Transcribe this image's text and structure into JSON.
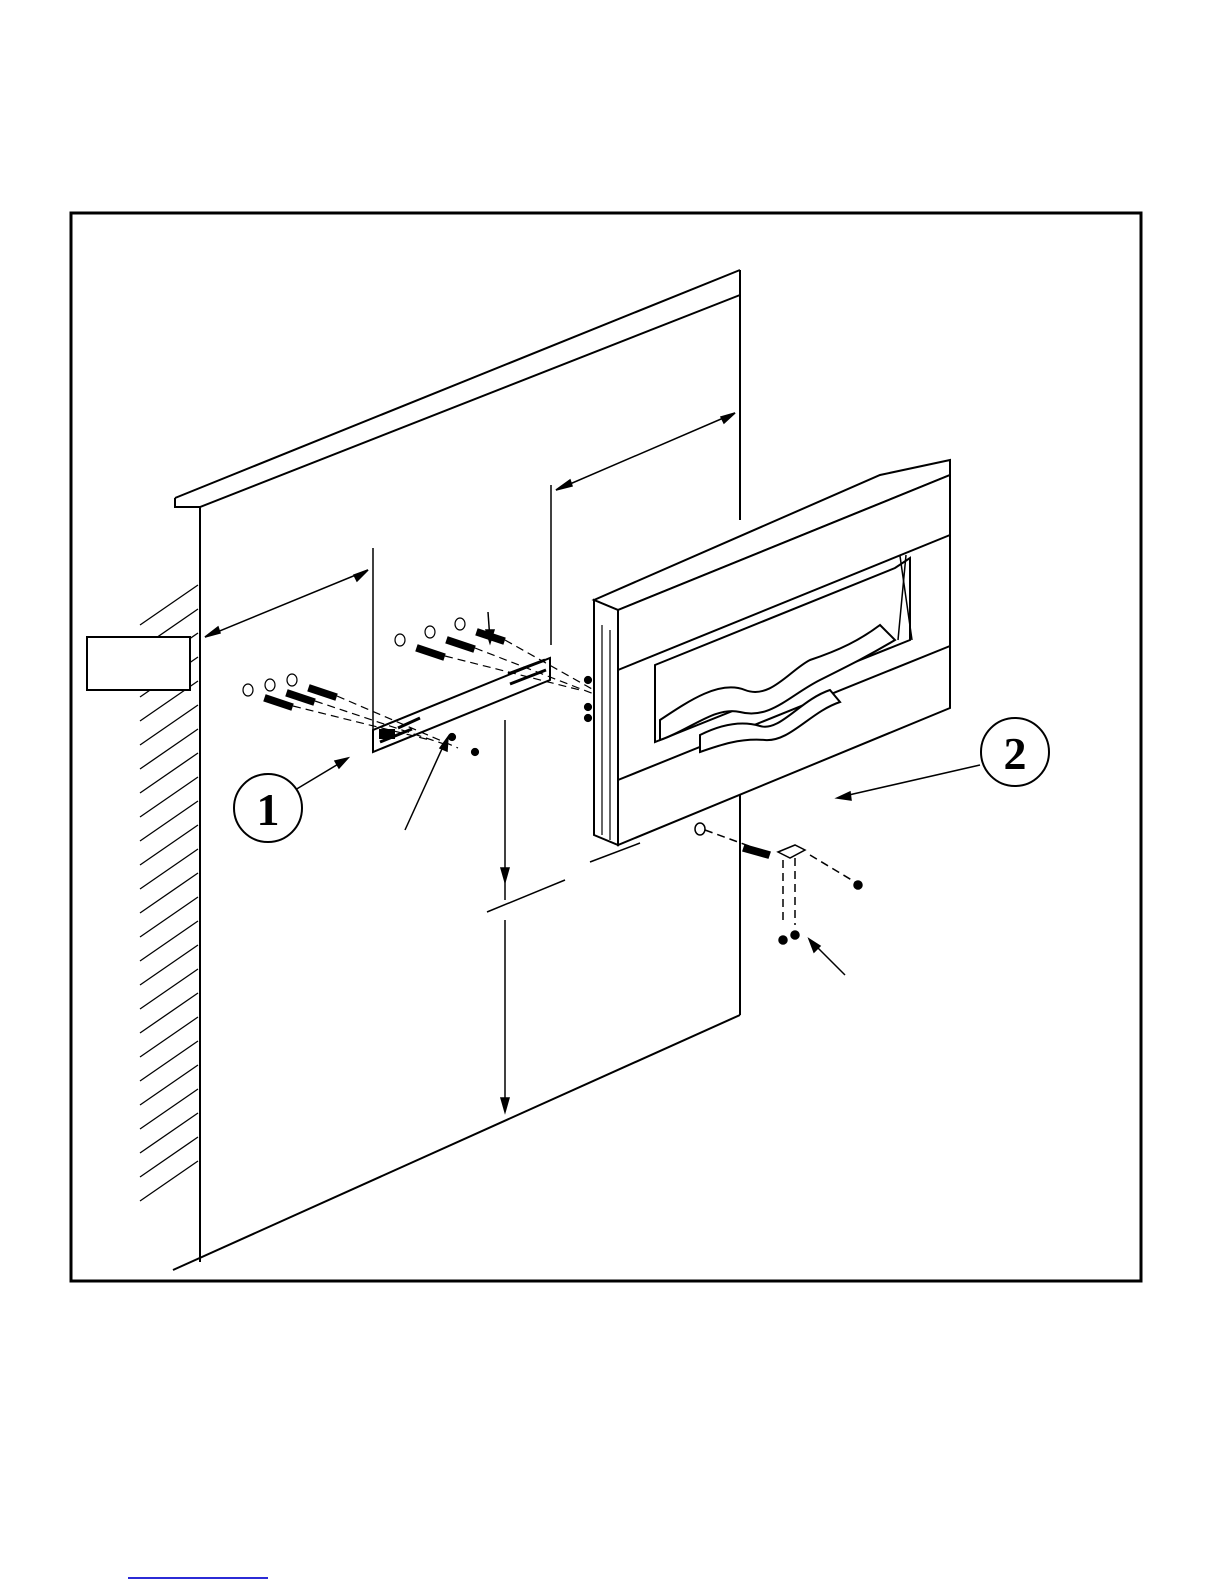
{
  "diagram": {
    "callouts": [
      {
        "id": "1",
        "label": "1"
      },
      {
        "id": "2",
        "label": "2"
      }
    ],
    "label_box_text": ""
  },
  "colors": {
    "line": "#000000",
    "link": "#2b2bd6"
  }
}
